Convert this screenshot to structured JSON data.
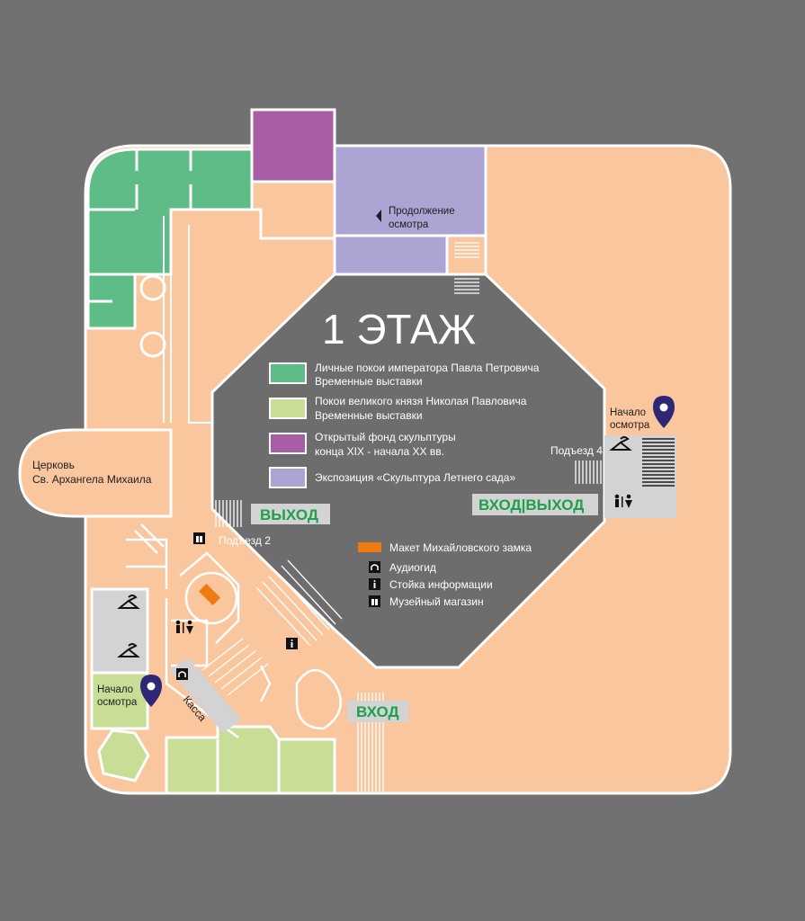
{
  "title": "1 ЭТАЖ",
  "colors": {
    "background": "#727171",
    "floor": "#f9c69d",
    "courtyard": "#6d6d6d",
    "emperor_rooms": "#5ebc86",
    "grand_duke_rooms": "#c8de97",
    "sculpture_fund": "#a75ea4",
    "summer_garden": "#aca4d3",
    "service": "#d3d3d3",
    "model": "#ee7a12",
    "sign_green": "#1fa04b",
    "sign_bg": "#d3d3d3",
    "pin": "#2f2675"
  },
  "legend": [
    {
      "color": "#5ebc86",
      "line1": "Личные покои императора Павла Петровича",
      "line2": "Временные выставки"
    },
    {
      "color": "#c8de97",
      "line1": "Покои великого князя Николая Павловича",
      "line2": "Временные выставки"
    },
    {
      "color": "#a75ea4",
      "line1": "Открытый фонд скульптуры",
      "line2": "конца XIX - начала XX вв."
    },
    {
      "color": "#aca4d3",
      "line1": "Экспозиция «Скульптура Летнего сада»",
      "line2": ""
    }
  ],
  "services": [
    {
      "icon": "model-marker-icon",
      "label": "Макет Михайловского замка"
    },
    {
      "icon": "audioguide-icon",
      "label": "Аудиогид"
    },
    {
      "icon": "info-icon",
      "label": "Стойка информации"
    },
    {
      "icon": "gift-icon",
      "label": "Музейный магазин"
    }
  ],
  "labels": {
    "church_line1": "Церковь",
    "church_line2": "Св. Архангела Михаила",
    "continuation_line1": "Продолжение",
    "continuation_line2": "осмотра",
    "start_line1": "Начало",
    "start_line2": "осмотра",
    "entrance2": "Подъезд 2",
    "entrance4": "Подъезд 4",
    "exit": "ВЫХОД",
    "entrance_exit": "ВХОД|ВЫХОД",
    "entrance": "ВХОД",
    "kassa": "Касса"
  }
}
